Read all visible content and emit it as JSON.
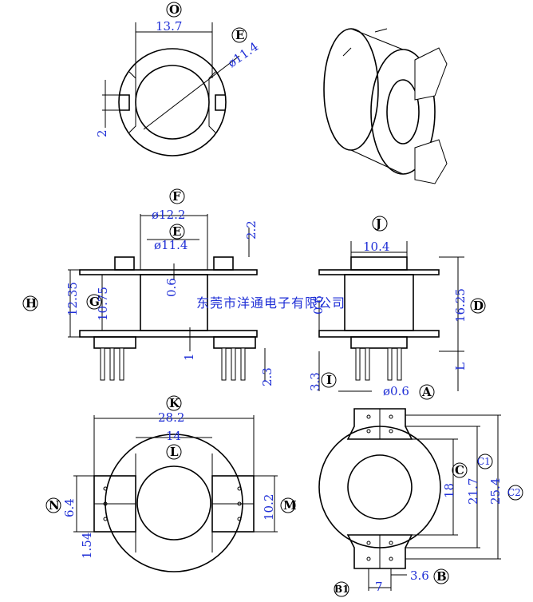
{
  "markers": {
    "O": "O",
    "E": "E",
    "F": "F",
    "J": "J",
    "H": "H",
    "G": "G",
    "D": "D",
    "I": "I",
    "A": "A",
    "K": "K",
    "L": "L",
    "N": "N",
    "M": "M",
    "C": "C",
    "C1": "C1",
    "C2": "C2",
    "B": "B",
    "B1": "B1"
  },
  "dimensions": {
    "top_width": "13.7",
    "top_diameter": "ø11.4",
    "top_slot": "2",
    "front_flange_dia": "ø12.2",
    "front_bore_dia": "ø11.4",
    "front_tab_height": "2.2",
    "front_total_height": "12.35",
    "front_body_height": "10.75",
    "front_flange_thk": "0.6",
    "front_base_thk": "1",
    "front_pin_len": "2.3",
    "side_width": "10.4",
    "side_flange_thk": "0.6",
    "side_height": "16.25",
    "side_pin_len": "3.3",
    "side_pin_label": "L",
    "pin_dia": "ø0.6",
    "bottom_width": "28.2",
    "bottom_inner": "14",
    "bottom_pin_pitch": "6.4",
    "bottom_pin_row": "1.54",
    "bottom_tab_height": "10.2",
    "right_inner": "18",
    "right_c1": "21.7",
    "right_c2": "25.4",
    "right_pin_pitch": "3.6",
    "right_pin_span": "7"
  },
  "watermark": "东莞市洋通电子有限公司"
}
